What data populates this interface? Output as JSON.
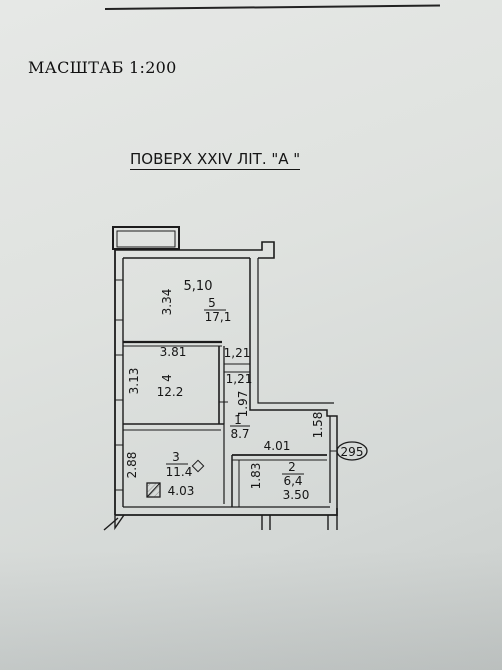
{
  "header": {
    "scale": "МАСШТАБ 1:200"
  },
  "floor": {
    "title": "ПОВЕРХ XXIV ЛІТ. \"А \""
  },
  "plan": {
    "room5": {
      "number": "5",
      "area": "17,1",
      "width": "5,10",
      "depth": "3.34"
    },
    "room4": {
      "number": "4",
      "area": "12.2",
      "width": "3.81",
      "depth": "3.13"
    },
    "room1": {
      "number": "1",
      "area": "8.7",
      "dim_w": "1,21",
      "dim_h": "1,21",
      "length": "1.97"
    },
    "room3": {
      "number": "3",
      "area": "11.4",
      "depth": "2.88",
      "width": "4.03"
    },
    "room2": {
      "number": "2",
      "area": "6,4",
      "depth": "1.83",
      "width": "3.50"
    },
    "corridor_width": "4.01",
    "corridor_depth": "1.58",
    "apartment_number": "295"
  }
}
